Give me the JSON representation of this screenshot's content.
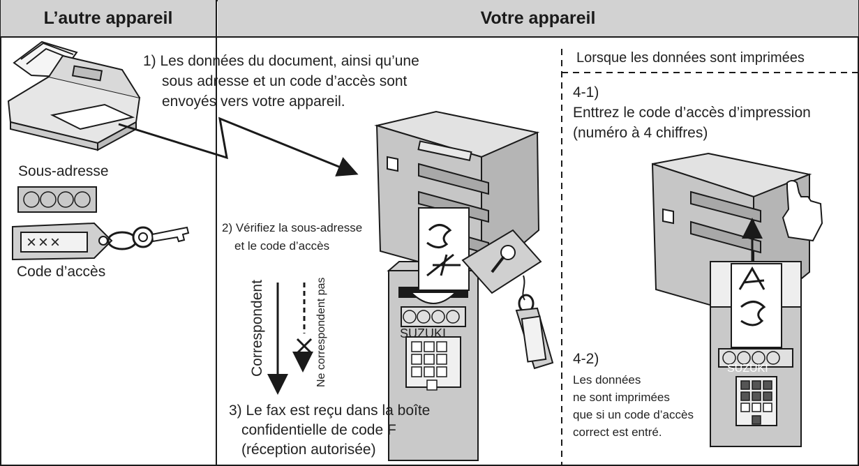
{
  "headers": {
    "other_device": "L’autre appareil",
    "your_device": "Votre appareil"
  },
  "left": {
    "sub_address_label": "Sous-adresse",
    "access_code_label": "Code d’accès",
    "key_tag_text": "×××"
  },
  "steps": {
    "step1": [
      "1) Les données du document, ainsi qu’une",
      "sous adresse et un code d’accès sont",
      "envoyés vers votre appareil."
    ],
    "step2": [
      "2) Vérifiez la sous-adresse",
      "et le code d’accès"
    ],
    "match_label": "Correspondent",
    "nomatch_label": "Ne correspondent pas",
    "step3": [
      "3) Le fax est reçu dans la boîte",
      "confidentielle de code F",
      "(réception autorisée)"
    ]
  },
  "right": {
    "title": "Lorsque les données sont imprimées",
    "step41": [
      "4-1)",
      "Enttrez le code d’accès d’impression",
      "(numéro à 4 chiffres)"
    ],
    "step42": [
      "4-2)",
      "Les données",
      "ne sont imprimées",
      "que si un code d’accès",
      "correct est entré."
    ]
  },
  "box": {
    "brand": "SUZUKI"
  },
  "colors": {
    "header_bg": "#d2d2d2",
    "device_fill": "#c9c9c9",
    "line": "#1a1a1a"
  }
}
